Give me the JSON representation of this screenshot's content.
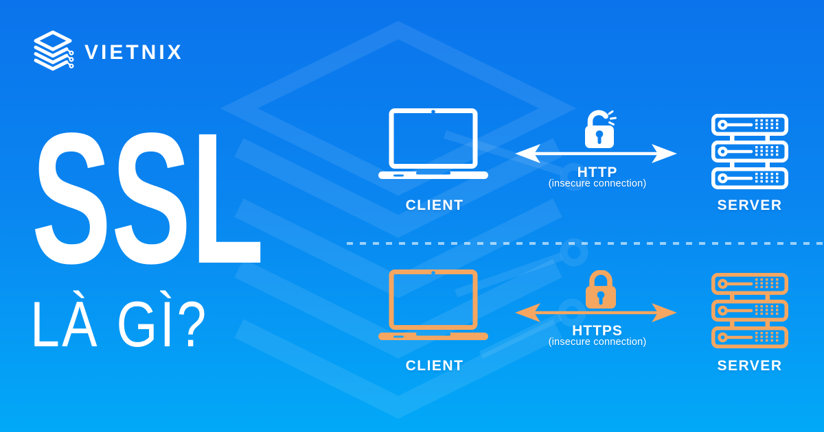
{
  "colors": {
    "bg_top": "#0b74ec",
    "bg_bottom": "#02a9f8",
    "c_orange": "#f5a661",
    "c_white": "#ffffff"
  },
  "brand": {
    "name": "VIETNIX"
  },
  "headline": {
    "title": "SSL",
    "subtitle": "LÀ GÌ?"
  },
  "diagram": {
    "rows": [
      {
        "protocol": "HTTP",
        "note": "(insecure connection)",
        "client_label": "CLIENT",
        "server_label": "SERVER",
        "lock_state": "open",
        "color": "#ffffff"
      },
      {
        "protocol": "HTTPS",
        "note": "(insecure connection)",
        "client_label": "CLIENT",
        "server_label": "SERVER",
        "lock_state": "closed",
        "color": "#f5a661"
      }
    ]
  }
}
